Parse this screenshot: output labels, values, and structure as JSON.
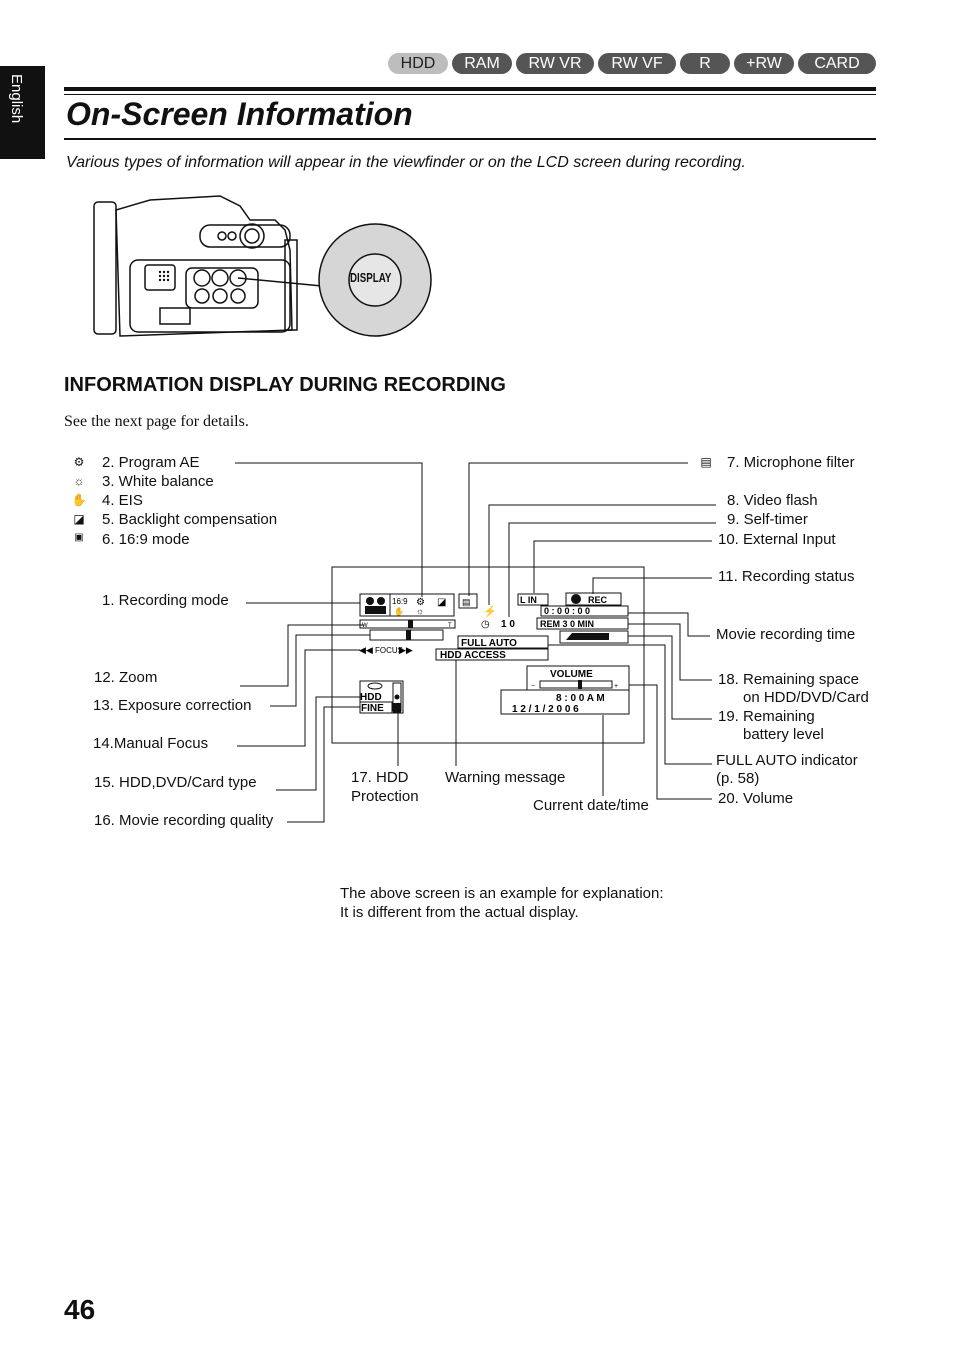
{
  "sidebar_label": "English",
  "format_badges": [
    "HDD",
    "RAM",
    "RW VR",
    "RW VF",
    "R",
    "+RW",
    "CARD"
  ],
  "title": "On-Screen Information",
  "intro": "Various types of information will appear in the viewfinder or on the LCD screen during recording.",
  "display_button_label": "DISPLAY",
  "section_heading": "INFORMATION DISPLAY DURING RECORDING",
  "see_next": "See the next page for details.",
  "labels": {
    "program_ae": "2. Program AE",
    "white_balance": "3. White balance",
    "eis": "4. EIS",
    "backlight": "5. Backlight compensation",
    "mode169": "6. 16:9 mode",
    "recording_mode": "1. Recording mode",
    "zoom": "12. Zoom",
    "exposure": "13. Exposure correction",
    "manual_focus": "14.Manual Focus",
    "media_type": "15. HDD,DVD/Card type",
    "quality": "16. Movie recording quality",
    "hdd_protection_1": "17. HDD",
    "hdd_protection_2": "Protection",
    "warning": "Warning message",
    "current_datetime": "Current date/time",
    "mic_filter": "7. Microphone filter",
    "video_flash": "8. Video flash",
    "self_timer": "9. Self-timer",
    "external_input": "10. External Input",
    "rec_status": "11. Recording status",
    "movie_time": "Movie recording time",
    "remaining_space_1": "18. Remaining space",
    "remaining_space_2": "on HDD/DVD/Card",
    "battery_1": "19. Remaining",
    "battery_2": "battery level",
    "full_auto_1": "FULL AUTO indicator",
    "full_auto_2": "(p. 58)",
    "volume": "20. Volume"
  },
  "screen": {
    "l_in": "L IN",
    "rec": "REC",
    "counter": "0 : 0 0 : 0 0",
    "remaining": "REM 3 0 MIN",
    "full_auto": "FULL AUTO",
    "hdd_access": "HDD ACCESS",
    "volume": "VOLUME",
    "time": "8 : 0 0 A M",
    "date": "1 2 /   1 / 2 0 0 6",
    "self_timer_count": "1 0",
    "media": "HDD",
    "quality": "FINE",
    "mode169": "16:9",
    "focus": "FOCUS",
    "zoom_w": "W",
    "zoom_t": "T"
  },
  "note_line1": "The above screen is an example for explanation:",
  "note_line2": "It is different from the actual display.",
  "page_number": "46"
}
